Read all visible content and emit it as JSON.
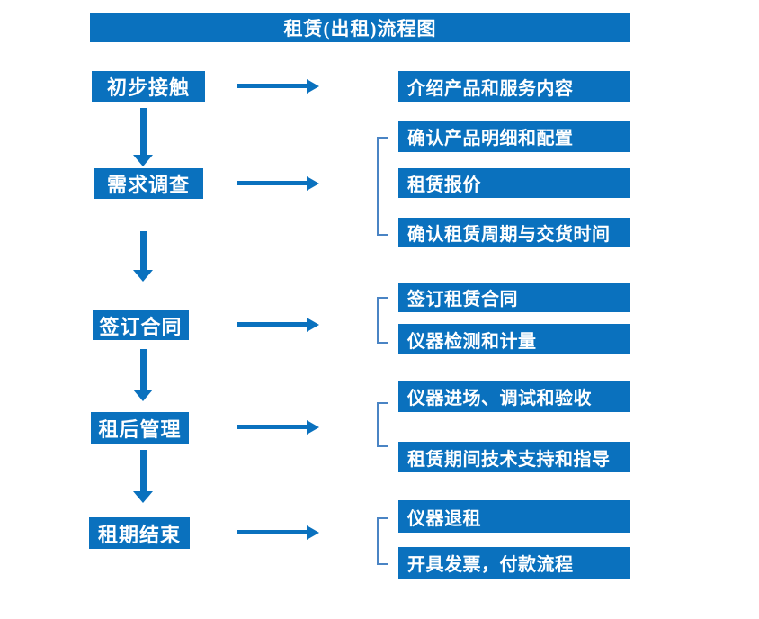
{
  "title": "租赁(出租)流程图",
  "colors": {
    "primary": "#0a71be",
    "bracket": "#4a84c4",
    "text_on_primary": "#ffffff",
    "background": "#ffffff"
  },
  "flow": {
    "steps": [
      {
        "label": "初步接触"
      },
      {
        "label": "需求调查"
      },
      {
        "label": "签订合同"
      },
      {
        "label": "租后管理"
      },
      {
        "label": "租期结束"
      }
    ],
    "details": [
      {
        "label": "介绍产品和服务内容"
      },
      {
        "label": "确认产品明细和配置"
      },
      {
        "label": "租赁报价"
      },
      {
        "label": "确认租赁周期与交货时间"
      },
      {
        "label": "签订租赁合同"
      },
      {
        "label": "仪器检测和计量"
      },
      {
        "label": "仪器进场、调试和验收"
      },
      {
        "label": "租赁期间技术支持和指导"
      },
      {
        "label": "仪器退租"
      },
      {
        "label": "开具发票，付款流程"
      }
    ]
  }
}
